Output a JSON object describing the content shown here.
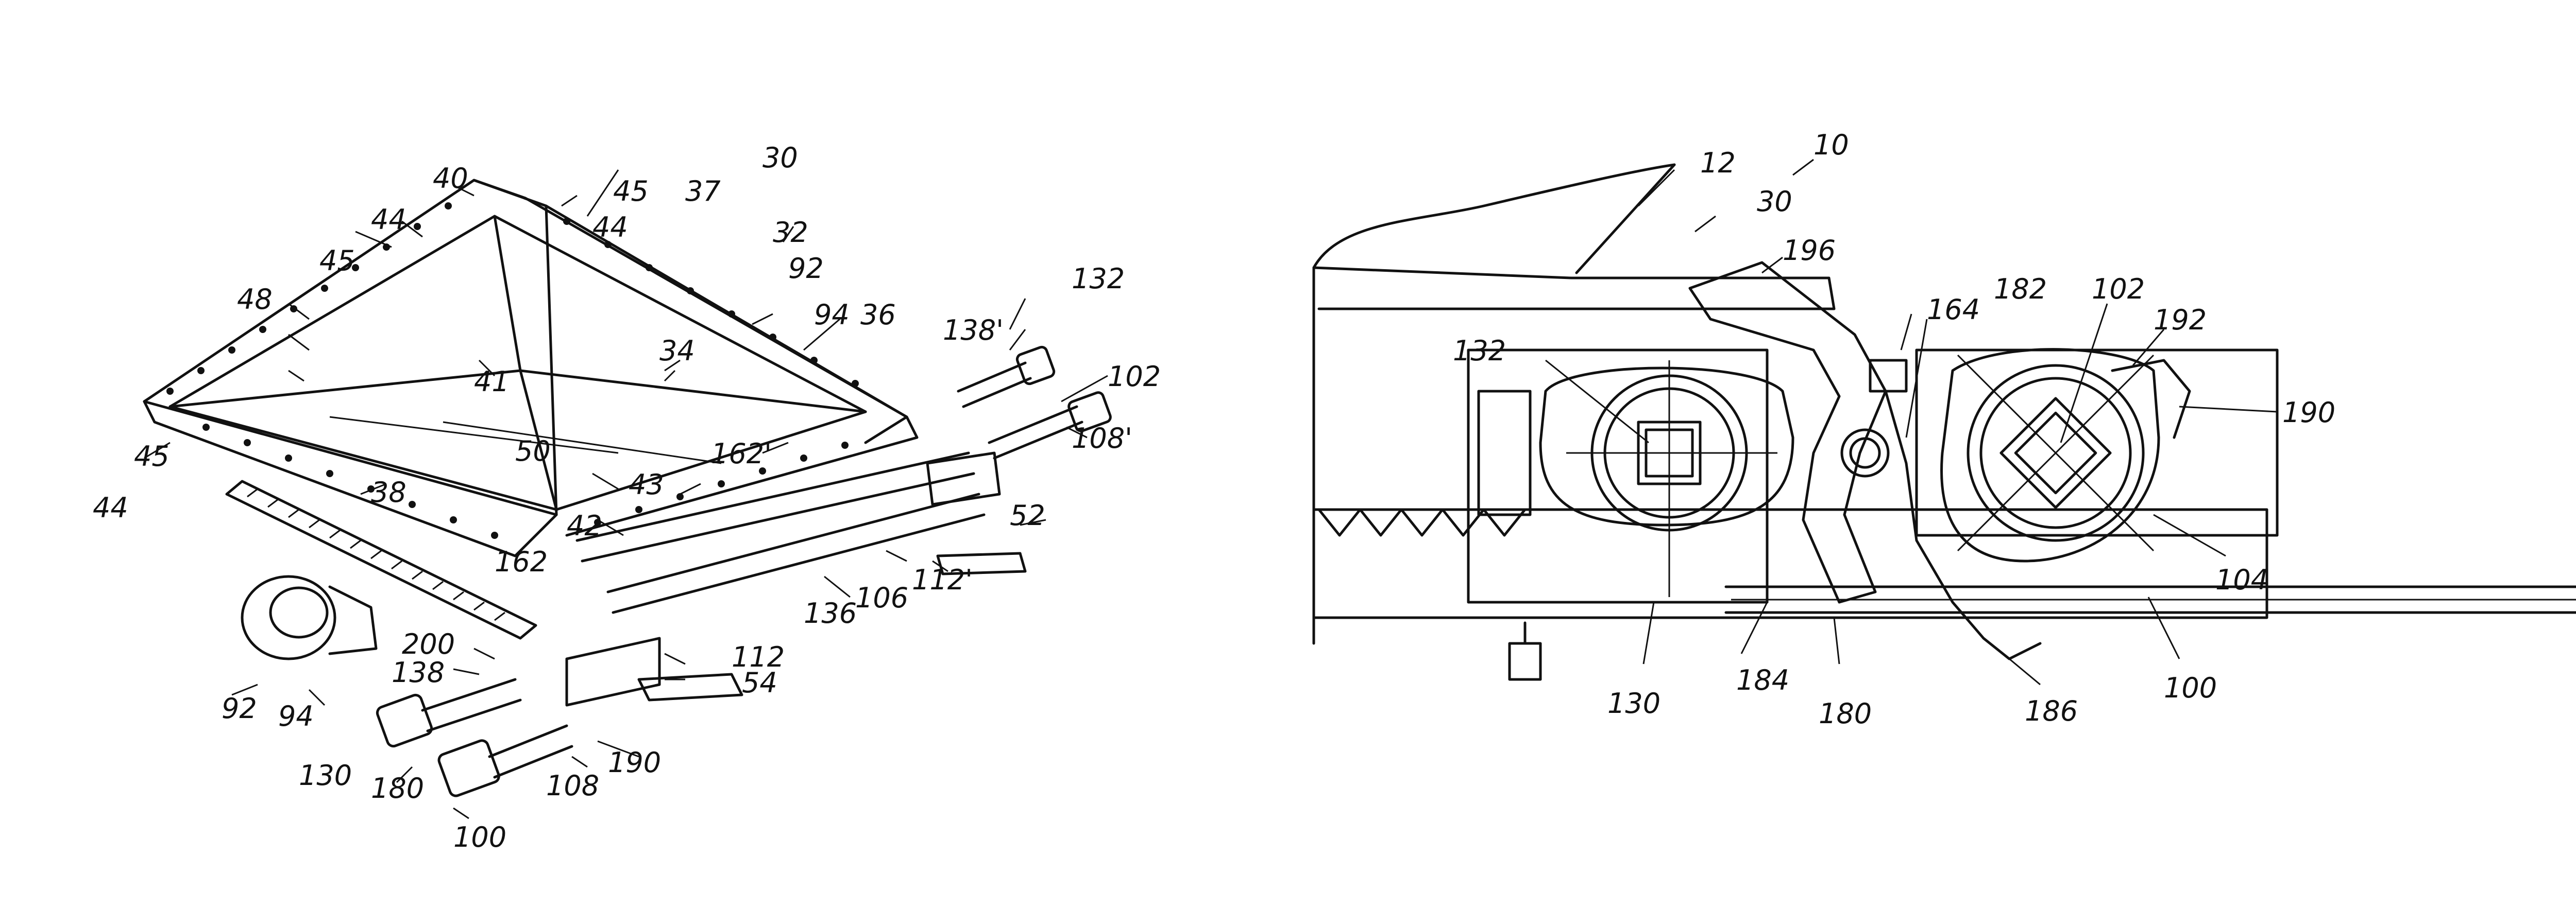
{
  "figures": [
    {
      "name": "isometric-view",
      "labels": [
        "40",
        "45",
        "44",
        "45",
        "44",
        "37",
        "30",
        "32",
        "92",
        "94",
        "36",
        "34",
        "48",
        "41",
        "44",
        "45",
        "50",
        "162'",
        "43",
        "42",
        "162",
        "38",
        "52",
        "132",
        "138'",
        "102",
        "108'",
        "136",
        "106",
        "112'",
        "112",
        "54",
        "200",
        "138",
        "190",
        "180",
        "108",
        "130",
        "92",
        "94",
        "100"
      ]
    },
    {
      "name": "end-section-view",
      "labels": [
        "10",
        "12",
        "30",
        "196",
        "164",
        "182",
        "102",
        "192",
        "132",
        "190",
        "104",
        "130",
        "184",
        "180",
        "186",
        "100"
      ]
    }
  ]
}
